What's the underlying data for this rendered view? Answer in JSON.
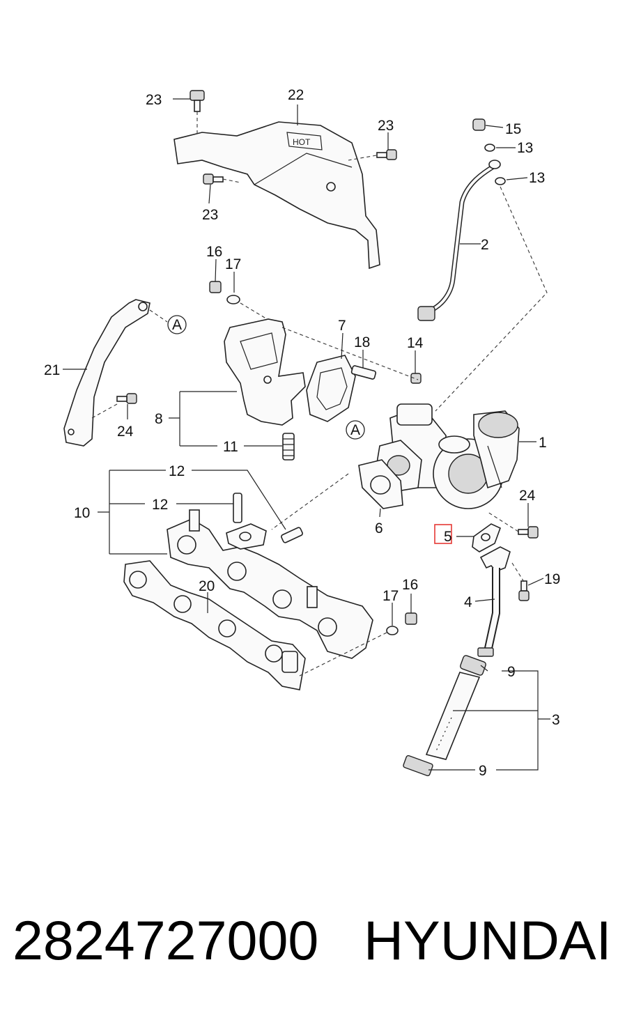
{
  "callouts": {
    "c1": "1",
    "c2": "2",
    "c3": "3",
    "c4": "4",
    "c5": "5",
    "c6": "6",
    "c7": "7",
    "c8": "8",
    "c9a": "9",
    "c9b": "9",
    "c10": "10",
    "c11": "11",
    "c12a": "12",
    "c12b": "12",
    "c13a": "13",
    "c13b": "13",
    "c14": "14",
    "c15": "15",
    "c16a": "16",
    "c16b": "16",
    "c17a": "17",
    "c17b": "17",
    "c18": "18",
    "c19": "19",
    "c20": "20",
    "c21": "21",
    "c22": "22",
    "c23a": "23",
    "c23b": "23",
    "c23c": "23",
    "c24a": "24",
    "c24b": "24",
    "refA1": "A",
    "refA2": "A"
  },
  "highlight": {
    "callout": "5",
    "color": "#e53935"
  },
  "footer": {
    "part_number": "2824727000",
    "brand": "HYUNDAI"
  }
}
